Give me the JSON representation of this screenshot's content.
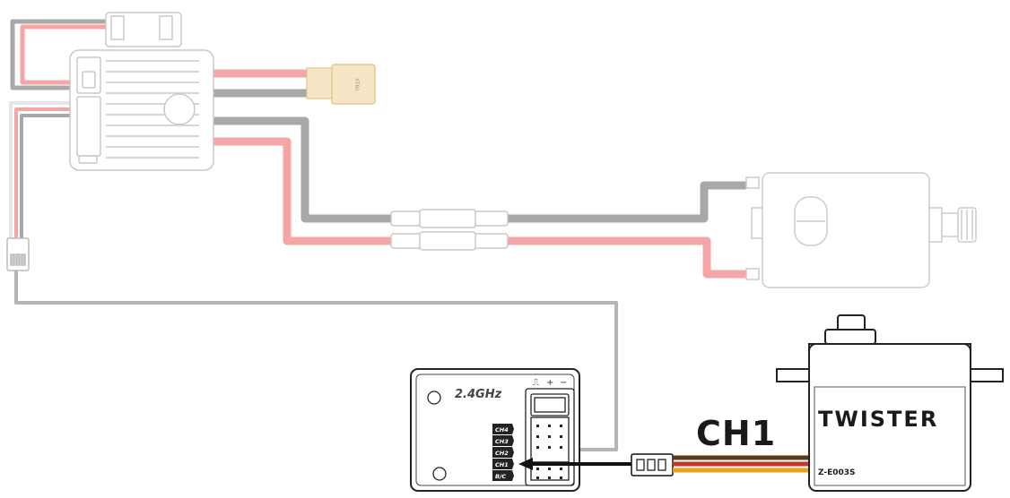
{
  "battery_connector": {
    "label": "XT60"
  },
  "receiver": {
    "band_label": "2.4GHz",
    "channel_labels": [
      "CH4",
      "CH3",
      "CH2",
      "CH1",
      "B/C"
    ],
    "pin_symbols": [
      "⎍",
      "+",
      "−"
    ]
  },
  "servo_connection": {
    "channel_label": "CH1"
  },
  "servo": {
    "brand": "TWISTER",
    "model": "Z-E003S"
  },
  "colors": {
    "wire_red": "#f4a6a6",
    "wire_gray": "#a8a8a8",
    "signal_orange": "#e8a020",
    "signal_red": "#c0392b",
    "signal_brown": "#5a3a1a",
    "outline_faded": "#c8c8c8",
    "outline_dark": "#222222"
  }
}
